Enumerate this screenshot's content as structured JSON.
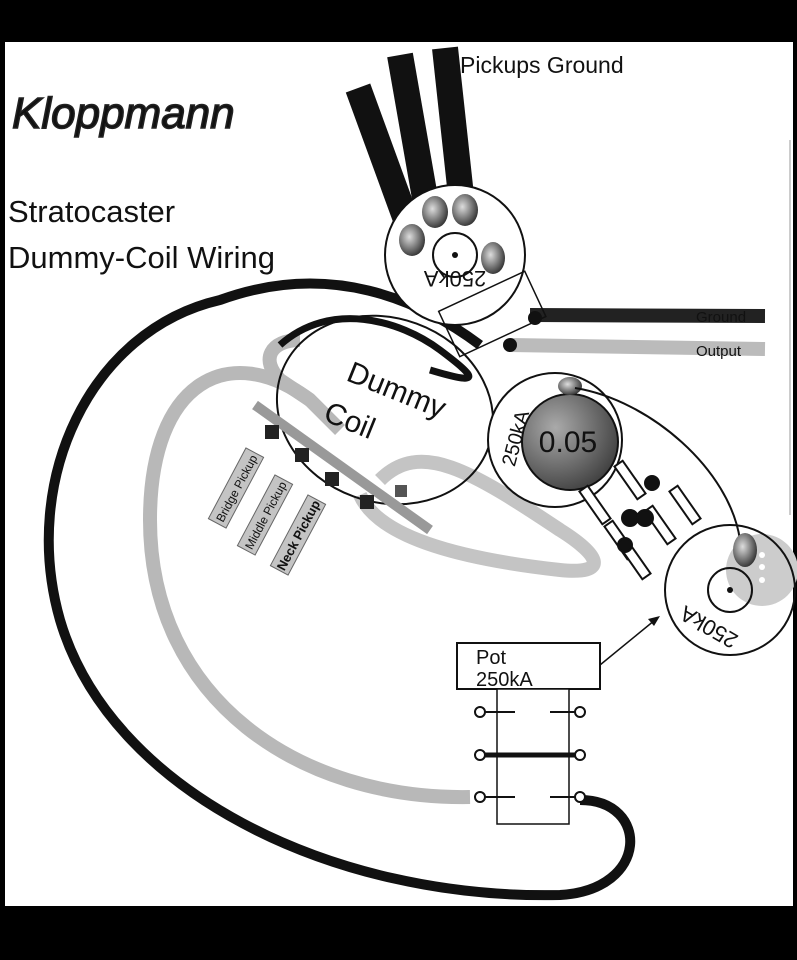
{
  "logo": "Kloppmann",
  "title_line1": "Stratocaster",
  "title_line2": "Dummy-Coil Wiring",
  "labels": {
    "pickups_ground": "Pickups Ground",
    "ground": "Ground",
    "output": "Output",
    "dummy": "Dummy",
    "coil": "Coil",
    "capacitor": "0.05",
    "pot_top": "250kA",
    "pot_middle": "250kA",
    "pot_bottom": "250kA",
    "pot_box_line1": "Pot",
    "pot_box_line2": "250kA",
    "bridge_pickup": "Bridge Pickup",
    "middle_pickup": "Middle Pickup",
    "neck_pickup": "Neck Pickup"
  },
  "colors": {
    "background": "#ffffff",
    "frame": "#000000",
    "wire_black": "#111111",
    "wire_gray": "#b8b8b8",
    "pickup_tag": "#c4c4c4"
  }
}
